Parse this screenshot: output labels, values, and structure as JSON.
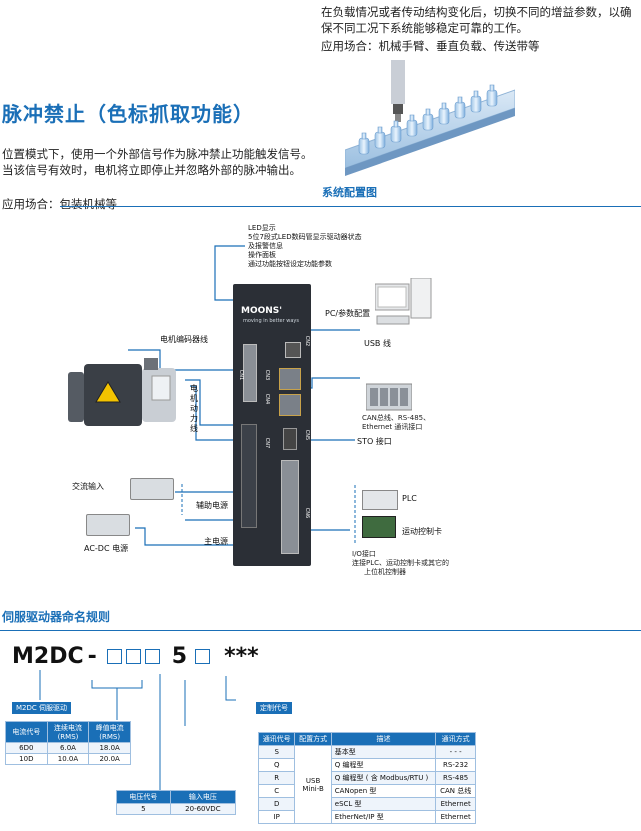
{
  "intro": {
    "text": "在负载情况或者传动结构变化后，切换不同的增益参数，以确保不同工况下系统能够稳定可靠的工作。",
    "application": "应用场合：机械手臂、垂直负载、传送带等"
  },
  "pulse_inhibit": {
    "title": "脉冲禁止（色标抓取功能）",
    "text": "位置模式下，使用一个外部信号作为脉冲禁止功能触发信号。当该信号有效时，电机将立即停止并忽略外部的脉冲输出。",
    "application": "应用场合：包装机械等"
  },
  "system_config": {
    "caption": "系统配置图",
    "led_note": [
      "LED显示",
      "5位7段式LED数码管显示驱动器状态",
      "及报警信息",
      "操作面板",
      "通过功能按钮设定功能参数"
    ],
    "drive_brand": "MOONS'",
    "drive_tagline": "moving in better ways",
    "labels": {
      "motor_encoder_cable": "电机编码器线",
      "motor_power_cable": "电机动力线",
      "pc_config": "PC/参数配置",
      "usb_cable": "USB 线",
      "can_bus": "CAN总线、RS-485、",
      "ethernet": "Ethernet 通讯接口",
      "sto": "STO 接口",
      "ac_input": "交流输入",
      "aux_power": "辅助电源",
      "acdc_power": "AC-DC 电源",
      "main_power": "主电源",
      "plc": "PLC",
      "motion_card": "运动控制卡",
      "io_interface": "I/O接口",
      "io_desc_1": "连接PLC、运动控制卡或其它的",
      "io_desc_2": "上位机控制器"
    },
    "connector_labels": [
      "CN1",
      "CN2",
      "CN3",
      "CN4",
      "CN5",
      "CN6",
      "CN7"
    ]
  },
  "naming": {
    "title": "伺服驱动器命名规则",
    "prefix": "M2DC",
    "dash": "-",
    "five": "5",
    "stars": "***",
    "series_tag": "M2DC 伺服驱动",
    "custom_tag": "定制代号",
    "current_table": {
      "headers": [
        "电流代号",
        "连续电流\n(RMS)",
        "峰值电流\n(RMS)"
      ],
      "rows": [
        [
          "6D0",
          "6.0A",
          "18.0A"
        ],
        [
          "10D",
          "10.0A",
          "20.0A"
        ]
      ]
    },
    "voltage_table": {
      "headers": [
        "电压代号",
        "输入电压"
      ],
      "rows": [
        [
          "5",
          "20-60VDC"
        ]
      ]
    },
    "comm_table": {
      "headers": [
        "通讯代号",
        "配置方式",
        "描述",
        "通讯方式"
      ],
      "config": "USB\nMini-B",
      "rows": [
        [
          "S",
          "基本型",
          "- - -"
        ],
        [
          "Q",
          "Q 编程型",
          "RS-232"
        ],
        [
          "R",
          "Q 编程型 ( 含 Modbus/RTU )",
          "RS-485"
        ],
        [
          "C",
          "CANopen 型",
          "CAN 总线"
        ],
        [
          "D",
          "eSCL 型",
          "Ethernet"
        ],
        [
          "IP",
          "EtherNet/IP 型",
          "Ethernet"
        ]
      ]
    }
  }
}
